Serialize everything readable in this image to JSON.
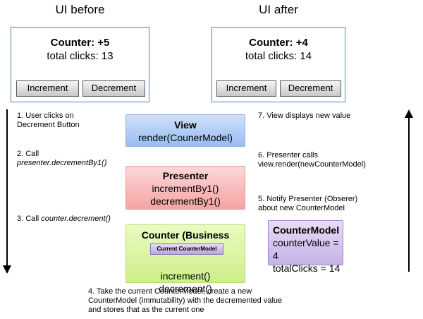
{
  "ui_before": {
    "heading": "UI before",
    "title": "Counter: +5",
    "clicks": "total clicks: 13",
    "increment_label": "Increment",
    "decrement_label": "Decrement"
  },
  "ui_after": {
    "heading": "UI after",
    "title": "Counter: +4",
    "clicks": "total clicks: 14",
    "increment_label": "Increment",
    "decrement_label": "Decrement"
  },
  "steps": {
    "s1": {
      "line1": "1. User clicks on",
      "line2": "Decrement Button"
    },
    "s2": {
      "line1": "2. Call",
      "line2": "presenter.decrementBy1()"
    },
    "s3": {
      "prefix": "3. Call ",
      "method": "counter.decrement()"
    },
    "s4": {
      "line1": "4. Take the current CounterModel, create a new",
      "line2": "CounterModel (immutability) with the decremented value",
      "line3": "and stores that as the current one"
    },
    "s5": {
      "line1": "5. Notify Presenter (Obserer)",
      "line2": "about new CounterModel"
    },
    "s6": {
      "line1": "6. Presenter calls",
      "line2": "view.render(newCounterModel)"
    },
    "s7": {
      "line1": "7. View displays new value"
    }
  },
  "view": {
    "title": "View",
    "method": "render(CounerModel)"
  },
  "presenter": {
    "title": "Presenter",
    "method1": "incrementBy1()",
    "method2": "decrementBy1()"
  },
  "counter": {
    "title": "Counter (Business Logic)",
    "badge": "Current CounterModel",
    "method1": "increment()",
    "method2": "decrement()"
  },
  "counter_model": {
    "title": "CounterModel",
    "field1": "counterValue = 4",
    "field2": "totalClicks = 14"
  },
  "colors": {
    "ui_border": "#4f81bd",
    "view_fill": "#98bdf0",
    "presenter_fill": "#f4a4a4",
    "counter_fill": "#ccef8a",
    "model_fill": "#c6b2e6"
  }
}
